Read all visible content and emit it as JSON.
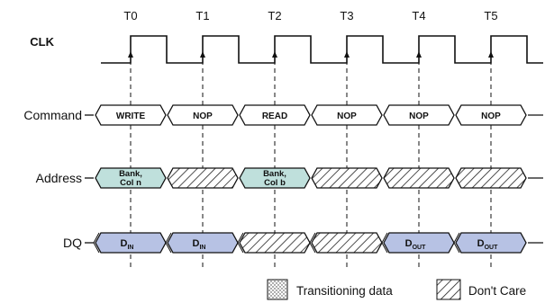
{
  "clock_labels": [
    "T0",
    "T1",
    "T2",
    "T3",
    "T4",
    "T5"
  ],
  "signals": {
    "clk": "CLK",
    "command": "Command",
    "address": "Address",
    "dq": "DQ"
  },
  "command_values": [
    "WRITE",
    "NOP",
    "READ",
    "NOP",
    "NOP",
    "NOP"
  ],
  "address_values": [
    {
      "type": "value",
      "line1": "Bank,",
      "line2": "Col n"
    },
    {
      "type": "dontcare"
    },
    {
      "type": "value",
      "line1": "Bank,",
      "line2": "Col b"
    },
    {
      "type": "dontcare"
    },
    {
      "type": "dontcare"
    },
    {
      "type": "dontcare"
    }
  ],
  "dq_values": [
    {
      "type": "data",
      "main": "D",
      "sub": "IN"
    },
    {
      "type": "data",
      "main": "D",
      "sub": "IN"
    },
    {
      "type": "dontcare"
    },
    {
      "type": "dontcare"
    },
    {
      "type": "data",
      "main": "D",
      "sub": "OUT"
    },
    {
      "type": "data",
      "main": "D",
      "sub": "OUT"
    }
  ],
  "legend": {
    "transitioning": "Transitioning data",
    "dont_care": "Don't Care"
  },
  "colors": {
    "address_fill": "#bfe0dc",
    "dq_fill": "#b7c2e4",
    "line": "#111111"
  }
}
